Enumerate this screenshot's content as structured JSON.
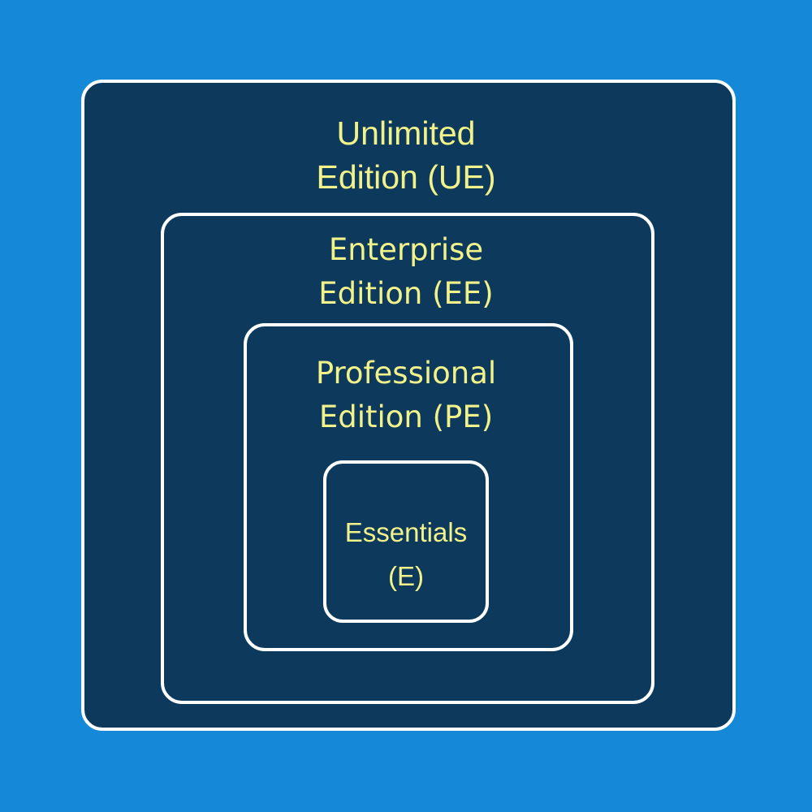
{
  "colors": {
    "background": "#1589d8",
    "box_fill": "#0d3a5c",
    "box_border": "#ffffff",
    "label_text": "#f2f28a"
  },
  "editions": {
    "unlimited": {
      "line1": "Unlimited",
      "line2": "Edition (UE)"
    },
    "enterprise": {
      "line1": "Enterprise",
      "line2": "Edition (EE)"
    },
    "professional": {
      "line1": "Professional",
      "line2": "Edition (PE)"
    },
    "essentials": {
      "line1": "Essentials",
      "line2": "(E)"
    }
  }
}
